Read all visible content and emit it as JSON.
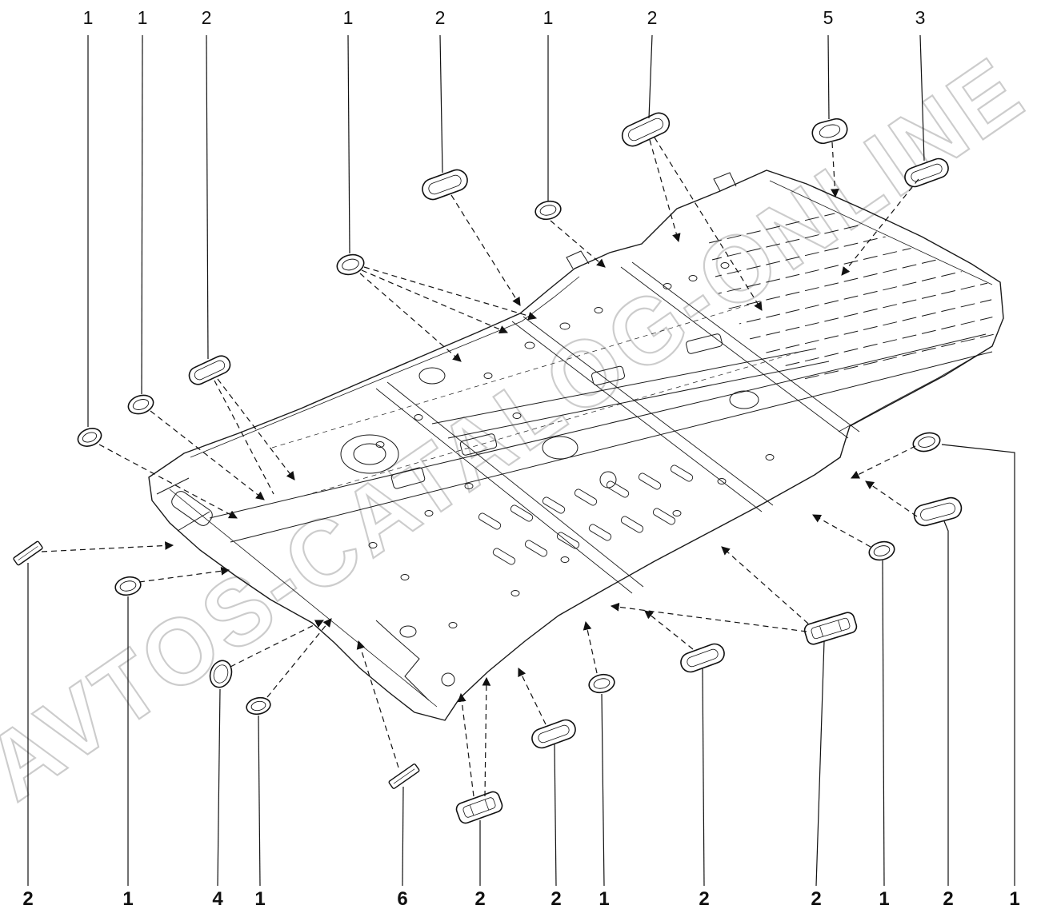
{
  "watermark": {
    "text": "AVTOS-CATALOG-ONLINE"
  },
  "callouts": {
    "top": [
      {
        "label": "1"
      },
      {
        "label": "1"
      },
      {
        "label": "2"
      },
      {
        "label": "1"
      },
      {
        "label": "2"
      },
      {
        "label": "1"
      },
      {
        "label": "2"
      },
      {
        "label": "5"
      },
      {
        "label": "3"
      }
    ],
    "bottom": [
      {
        "label": "2"
      },
      {
        "label": "1"
      },
      {
        "label": "4"
      },
      {
        "label": "1"
      },
      {
        "label": "6"
      },
      {
        "label": "2"
      },
      {
        "label": "2"
      },
      {
        "label": "1"
      },
      {
        "label": "2"
      },
      {
        "label": "2"
      },
      {
        "label": "1"
      },
      {
        "label": "2"
      },
      {
        "label": "1"
      }
    ]
  }
}
